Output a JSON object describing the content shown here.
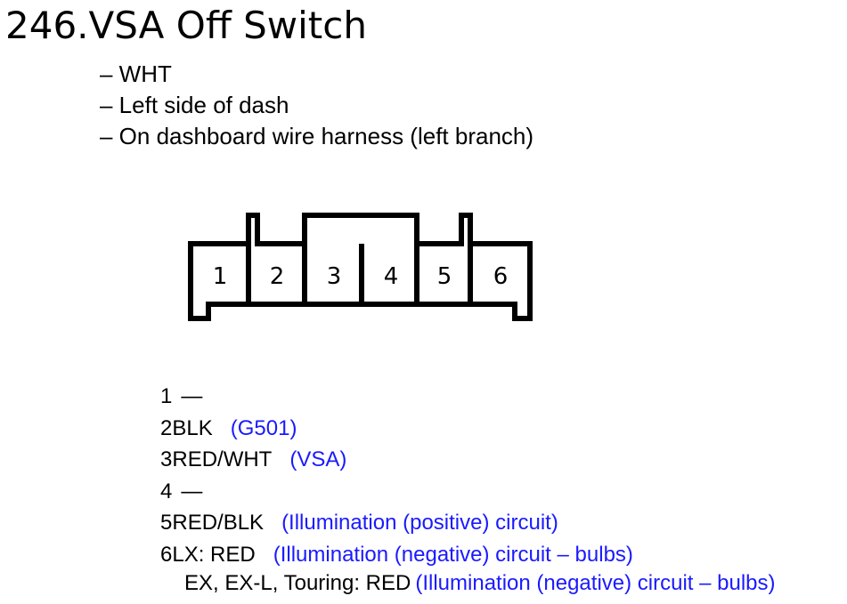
{
  "title": "246.VSA Off Switch",
  "notes": [
    "– WHT",
    "– Left side of dash",
    "– On dashboard wire harness (left branch)"
  ],
  "connector": {
    "cavities": [
      "1",
      "2",
      "3",
      "4",
      "5",
      "6"
    ]
  },
  "pins": [
    {
      "num": "1",
      "wire": "—",
      "desc": ""
    },
    {
      "num": "2",
      "wire": "BLK",
      "desc": "(G501)"
    },
    {
      "num": "3",
      "wire": "RED/WHT",
      "desc": "(VSA)"
    },
    {
      "num": "4",
      "wire": "—",
      "desc": ""
    },
    {
      "num": "5",
      "wire": "RED/BLK",
      "desc": "(Illumination (positive) circuit)"
    },
    {
      "num": "6",
      "wire": "LX: RED",
      "desc": "(Illumination (negative) circuit – bulbs)"
    }
  ],
  "pin6_alt": {
    "wire": "EX, EX-L, Touring: RED",
    "desc": "(Illumination (negative) circuit – bulbs)"
  },
  "colors": {
    "text": "#000000",
    "description": "#1a1aff",
    "outline": "#000000"
  }
}
